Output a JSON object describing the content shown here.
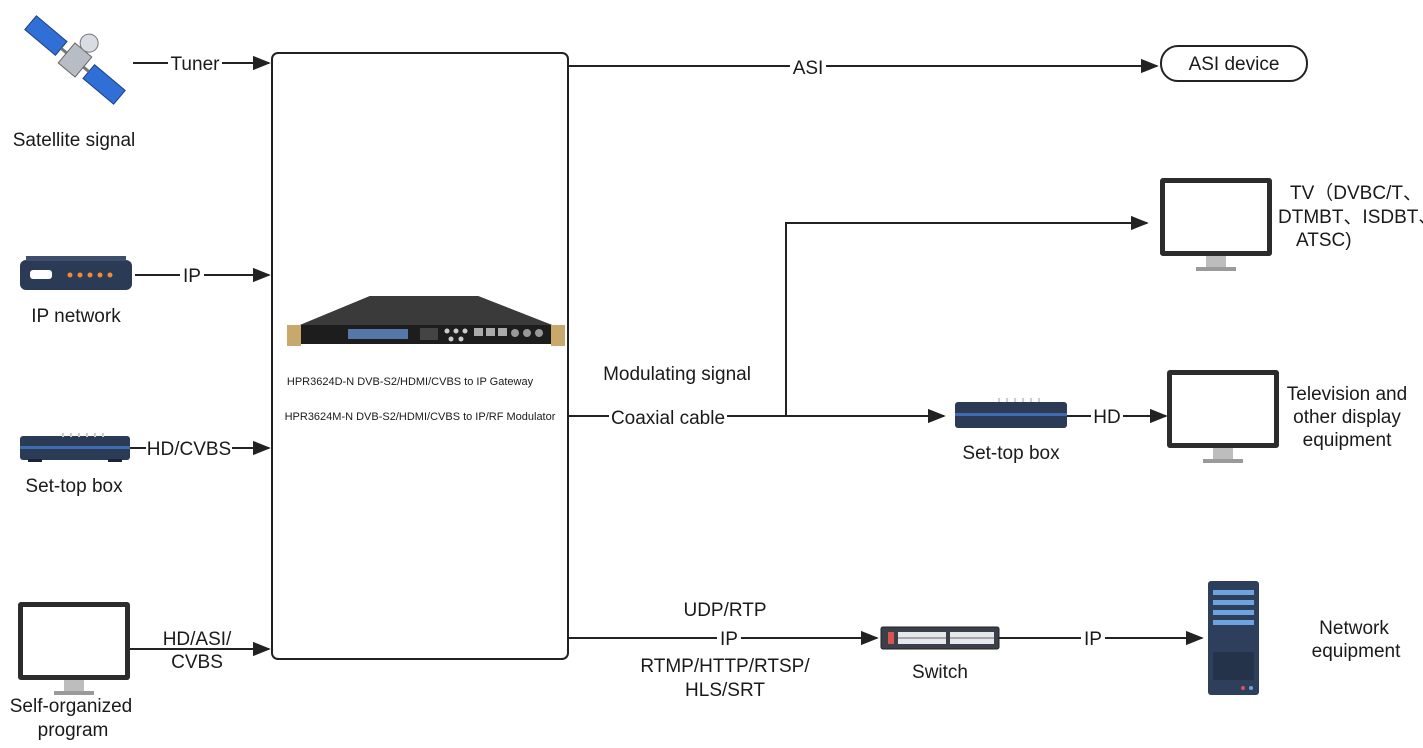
{
  "colors": {
    "line": "#222222",
    "satellite_panel": "#2f6fd6",
    "device_dark": "#2b3a55",
    "device_accent": "#3f6bb0",
    "led_orange": "#f08a3c",
    "monitor_bezel": "#2c2c2c",
    "server_body": "#2e3f5c",
    "server_light": "#6fa3e0"
  },
  "inputs": {
    "satellite": {
      "caption": "Satellite signal",
      "link": "Tuner",
      "icon": "satellite-icon"
    },
    "ip_network": {
      "caption": "IP network",
      "link": "IP",
      "icon": "router-icon"
    },
    "settop_in": {
      "caption": "Set-top box",
      "link": "HD/CVBS",
      "icon": "set-top-box-icon"
    },
    "self_program": {
      "caption_line1": "Self-organized",
      "caption_line2": "program",
      "link_line1": "HD/ASI/",
      "link_line2": "CVBS",
      "icon": "monitor-icon"
    }
  },
  "center": {
    "model_line1": "HPR3624D-N DVB-S2/HDMI/CVBS to IP Gateway",
    "model_line2": "HPR3624M-N DVB-S2/HDMI/CVBS to IP/RF Modulator",
    "icon": "rack-device-icon"
  },
  "outputs": {
    "asi": {
      "link": "ASI",
      "device": "ASI device"
    },
    "tv": {
      "line1": "TV（DVBC/T、",
      "line2": "DTMBT、ISDBT、",
      "line3": "ATSC)"
    },
    "modulating_label": "Modulating signal",
    "coax_label": "Coaxial cable",
    "settop_out": {
      "caption": "Set-top box",
      "link": "HD"
    },
    "display": {
      "line1": "Television and",
      "line2": "other display",
      "line3": "equipment"
    },
    "ip_out": {
      "protocol_top": "UDP/RTP",
      "link": "IP",
      "protocol_bottom_1": "RTMP/HTTP/RTSP/",
      "protocol_bottom_2": "HLS/SRT"
    },
    "switch": {
      "caption": "Switch",
      "link": "IP"
    },
    "network": {
      "line1": "Network",
      "line2": "equipment"
    }
  }
}
